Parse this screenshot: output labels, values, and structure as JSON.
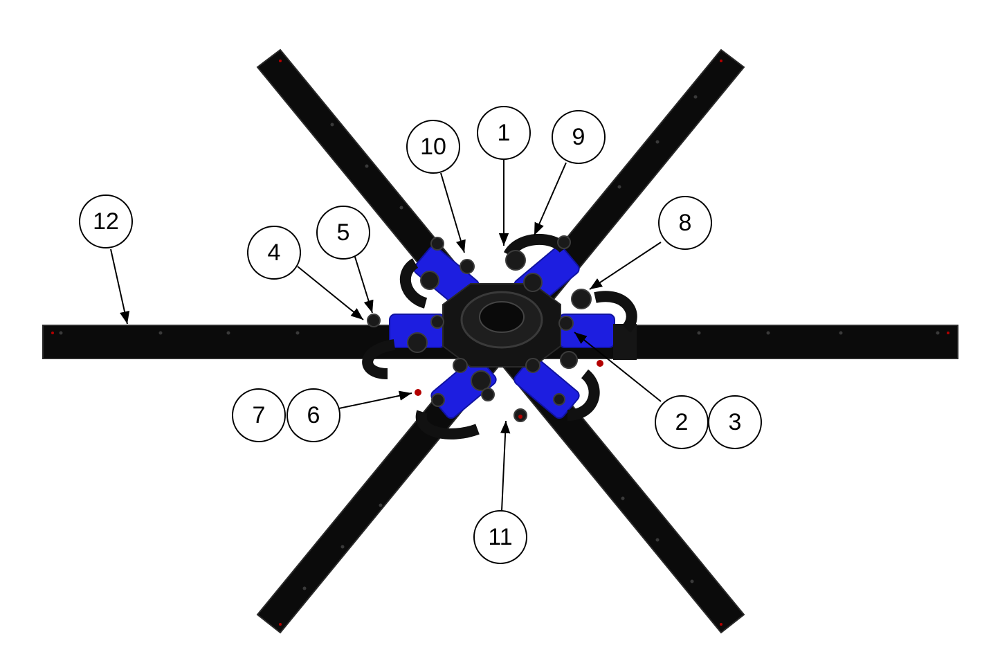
{
  "colors": {
    "arm": "#0b0b0b",
    "arm_edge": "#2a2a2a",
    "cylinder": "#1d1ee0",
    "cylinder_dark": "#1013a0",
    "hub": "#141414",
    "pin": "#b30000",
    "callout_stroke": "#000000",
    "callout_fill": "#ffffff"
  },
  "callouts": [
    {
      "id": "1",
      "label": "1"
    },
    {
      "id": "2",
      "label": "2"
    },
    {
      "id": "3",
      "label": "3"
    },
    {
      "id": "4",
      "label": "4"
    },
    {
      "id": "5",
      "label": "5"
    },
    {
      "id": "6",
      "label": "6"
    },
    {
      "id": "7",
      "label": "7"
    },
    {
      "id": "8",
      "label": "8"
    },
    {
      "id": "9",
      "label": "9"
    },
    {
      "id": "10",
      "label": "10"
    },
    {
      "id": "11",
      "label": "11"
    },
    {
      "id": "12",
      "label": "12"
    }
  ]
}
